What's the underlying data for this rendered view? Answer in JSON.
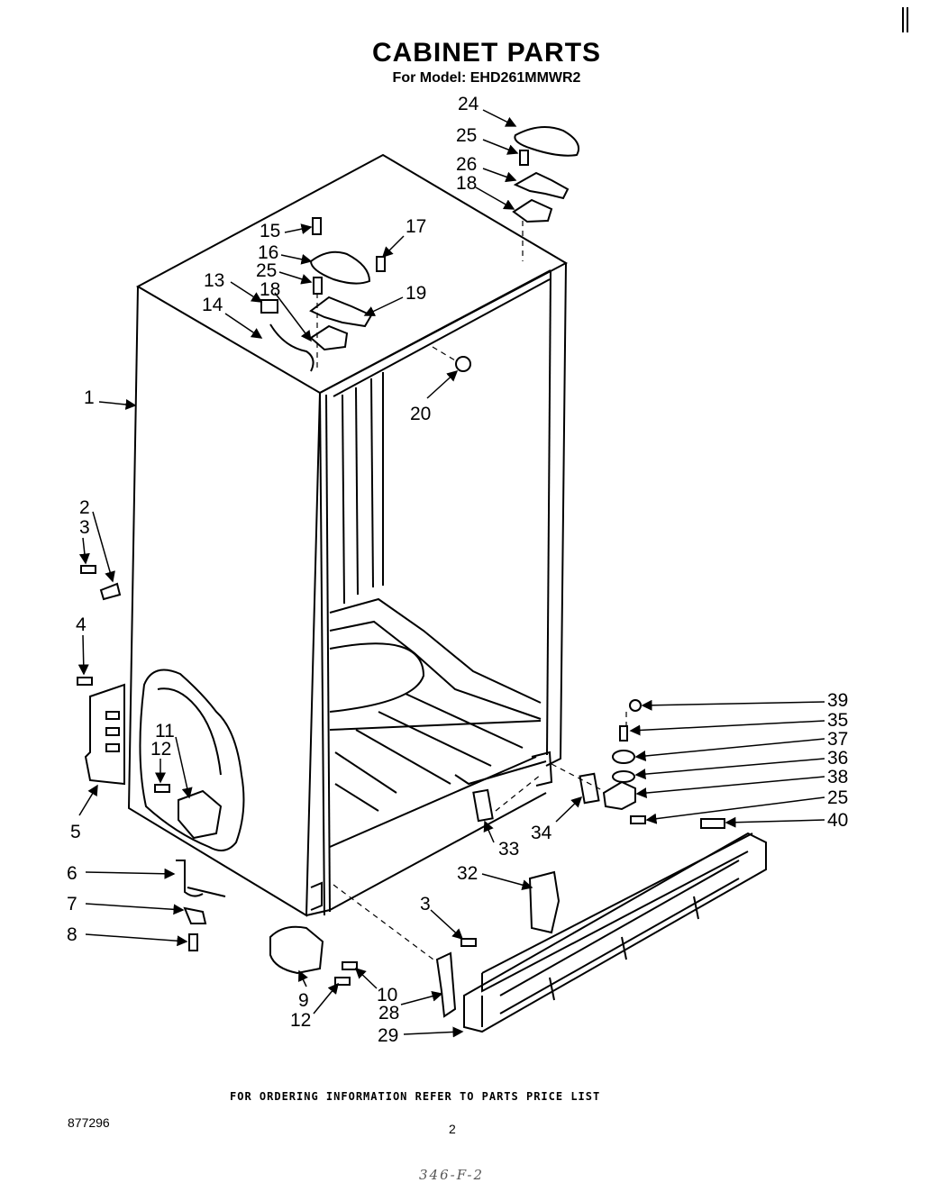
{
  "header": {
    "title": "CABINET PARTS",
    "subtitle": "For Model: EHD261MMWR2"
  },
  "labels": {
    "l1": "1",
    "l2": "2",
    "l3a": "3",
    "l3b": "3",
    "l4": "4",
    "l5": "5",
    "l6": "6",
    "l7": "7",
    "l8": "8",
    "l9": "9",
    "l10": "10",
    "l11": "11",
    "l12a": "12",
    "l12b": "12",
    "l13": "13",
    "l14": "14",
    "l15": "15",
    "l16": "16",
    "l17": "17",
    "l18a": "18",
    "l18b": "18",
    "l19": "19",
    "l20": "20",
    "l24": "24",
    "l25a": "25",
    "l25b": "25",
    "l25c": "25",
    "l26": "26",
    "l28": "28",
    "l29": "29",
    "l32": "32",
    "l33": "33",
    "l34": "34",
    "l35": "35",
    "l36": "36",
    "l37": "37",
    "l38": "38",
    "l39": "39",
    "l40": "40"
  },
  "footer": {
    "ordering_note": "FOR ORDERING INFORMATION REFER TO PARTS PRICE LIST",
    "doc_number": "877296",
    "page_number": "2",
    "handwritten_note": "346-F-2"
  }
}
